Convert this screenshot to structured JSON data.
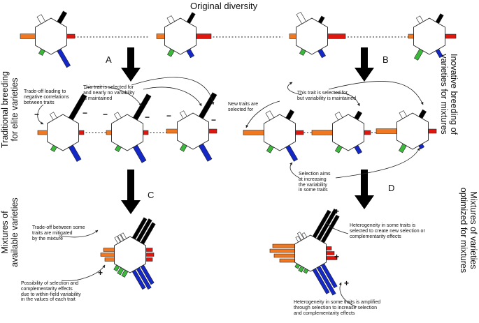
{
  "title": "Original diversity",
  "panel_letters": {
    "a": "A",
    "b": "B",
    "c": "C",
    "d": "D"
  },
  "side_labels": {
    "traditional_breeding": "Traditional breeding\nfor elite varieties",
    "mixtures_available": "Mixtures of\navailable varieties",
    "inovative_breeding": "Inovative breeding of\nvarieties for mixtures",
    "mixtures_optimized": "Mixtures of varieties\noptimized for mixtures"
  },
  "annotations": {
    "trade_off_negative": "Trade-off leading to\nnegative correlations\nbetween traits",
    "trait_selected_no_variability": "This trait is selected for\nand nearly no variability\nis maintained",
    "trait_selected_variability": "This trait is selected for,\nbut variability is maintained",
    "new_traits": "New traits are\nselected for",
    "selection_aims": "Selection aims\nat increasing\nthe variability\nin some traits",
    "trade_off_mitigated": "Trade-off between some\ntraits are mitigated\nby the mixture",
    "possibility_selection": "Possibility of selection and\ncomplementarity effects\ndue to within-field variability\nin the values of each trait",
    "heterogeneity_selected": "Heterogeneity in some traits is\nselected to create new selection or\ncomplementarity effects",
    "heterogeneity_amplified": "Heterogeneity in some traits is amplified\nthrough selection to increase selection\nand complementarity effects"
  },
  "signs": {
    "minus": "−",
    "plus": "+"
  },
  "colors": {
    "black_trait": "#000000",
    "red_trait": "#e0170f",
    "blue_trait": "#1428c8",
    "green_trait": "#3cb83c",
    "orange_trait": "#f07820",
    "white_trait": "#ffffff",
    "outline": "#222222"
  }
}
